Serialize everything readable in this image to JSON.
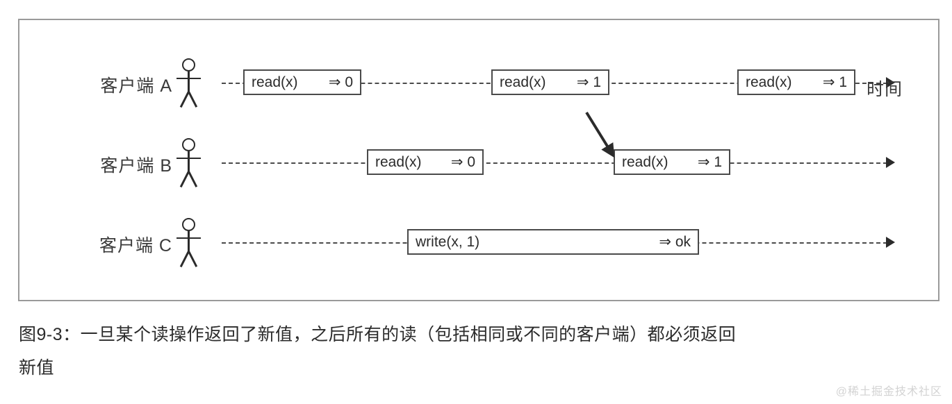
{
  "figure": {
    "time_axis_label": "时间",
    "lanes": [
      {
        "id": "lane-a",
        "label": "客户端 A",
        "actor_icon": "stick-figure-icon",
        "operations": [
          {
            "name": "read(x)",
            "result": "⇒ 0"
          },
          {
            "name": "read(x)",
            "result": "⇒ 1"
          },
          {
            "name": "read(x)",
            "result": "⇒ 1"
          }
        ]
      },
      {
        "id": "lane-b",
        "label": "客户端 B",
        "actor_icon": "stick-figure-icon",
        "operations": [
          {
            "name": "read(x)",
            "result": "⇒ 0"
          },
          {
            "name": "read(x)",
            "result": "⇒ 1"
          }
        ]
      },
      {
        "id": "lane-c",
        "label": "客户端 C",
        "actor_icon": "stick-figure-icon",
        "operations": [
          {
            "name": "write(x, 1)",
            "result": "⇒ ok"
          }
        ]
      }
    ],
    "causality_arrow": {
      "icon": "down-right-arrow-icon",
      "from": "lane-a-operation-2",
      "to": "lane-b-operation-2"
    }
  },
  "caption": {
    "line1": "图9-3：一旦某个读操作返回了新值，之后所有的读（包括相同或不同的客户端）都必须返回",
    "line2": "新值"
  },
  "watermark": {
    "text": "@稀土掘金技术社区"
  },
  "colors": {
    "frame_border": "#9a9a9a",
    "box_border": "#4a4a4a",
    "ink": "#2b2b2b",
    "watermark": "#d3d3d3"
  }
}
